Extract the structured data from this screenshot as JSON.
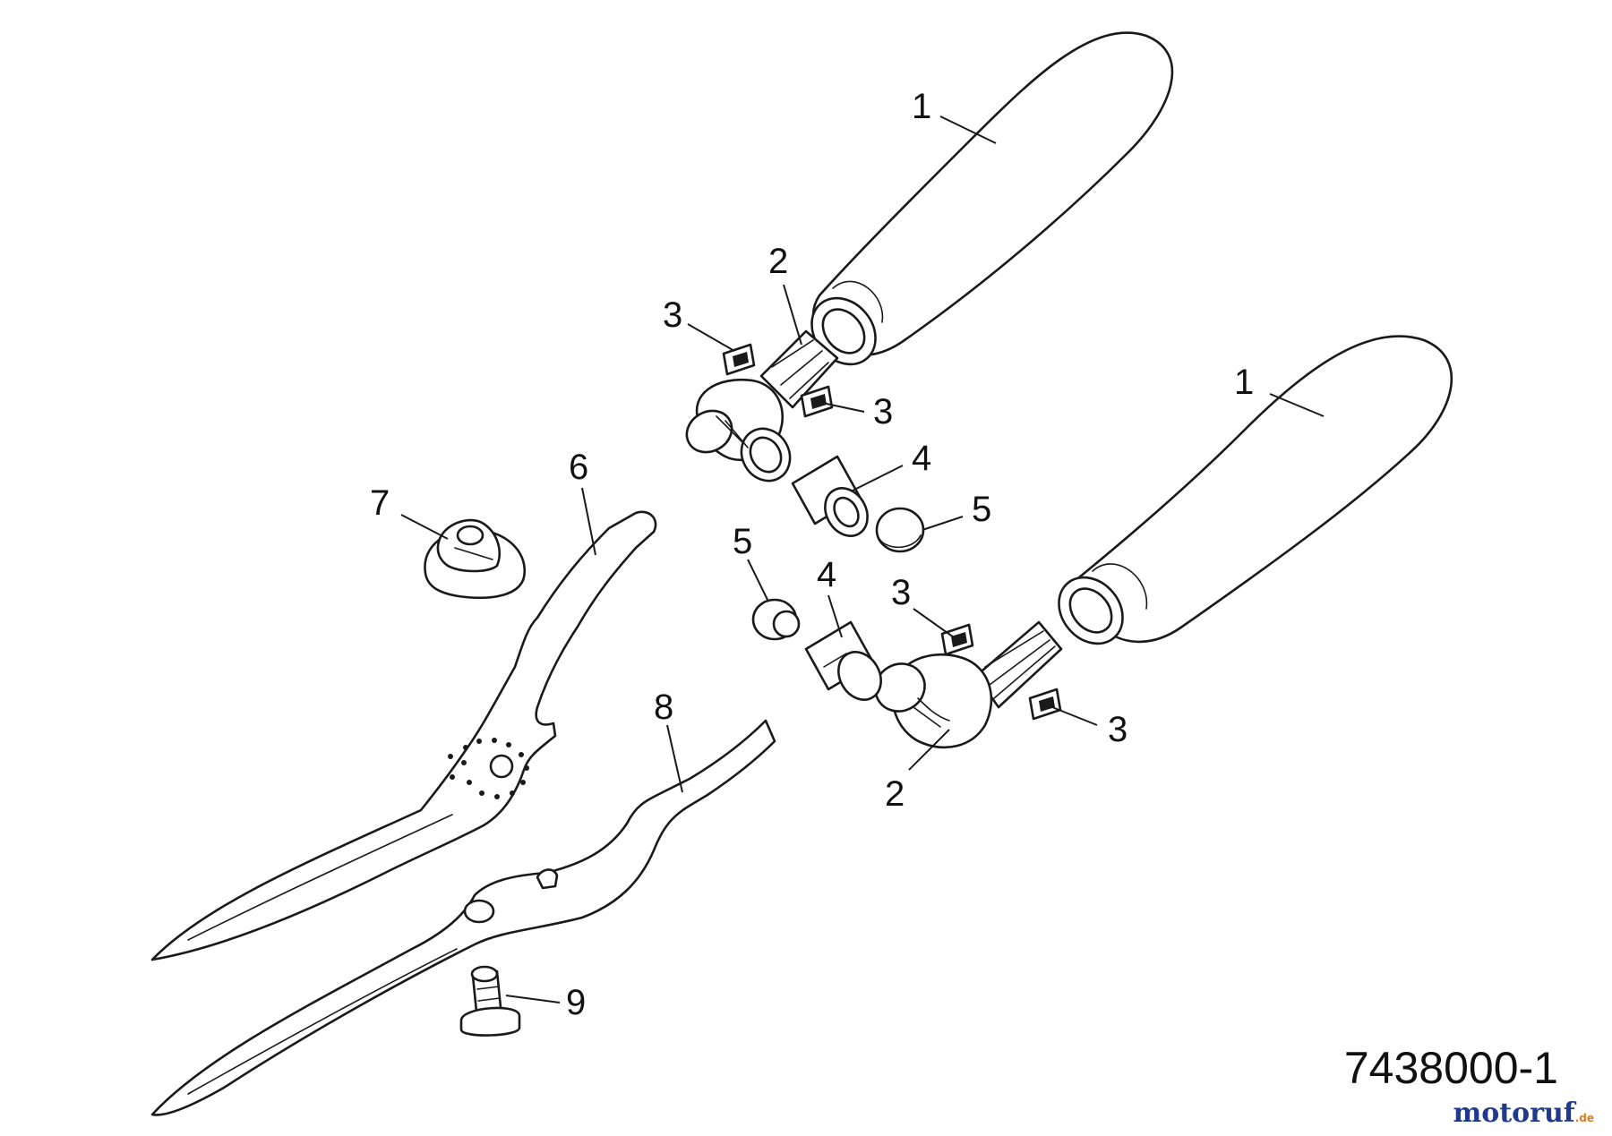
{
  "drawing_number": "7438000-1",
  "watermark": {
    "text_main": "motoruf",
    "text_suffix": ".de",
    "colors": {
      "primary": "#1f3a8a",
      "accent": "#e07b1a"
    }
  },
  "callouts": [
    {
      "id": "handle-upper",
      "label": "1"
    },
    {
      "id": "handle-lower",
      "label": "1"
    },
    {
      "id": "handle-socket-upper",
      "label": "2"
    },
    {
      "id": "handle-socket-lower",
      "label": "2"
    },
    {
      "id": "clip-upper-left",
      "label": "3"
    },
    {
      "id": "clip-upper-right",
      "label": "3"
    },
    {
      "id": "clip-lower-top",
      "label": "3"
    },
    {
      "id": "clip-lower-right",
      "label": "3"
    },
    {
      "id": "sleeve-upper",
      "label": "4"
    },
    {
      "id": "sleeve-lower",
      "label": "4"
    },
    {
      "id": "buffer-upper",
      "label": "5"
    },
    {
      "id": "buffer-lower",
      "label": "5"
    },
    {
      "id": "upper-blade",
      "label": "6"
    },
    {
      "id": "pivot-nut",
      "label": "7"
    },
    {
      "id": "lower-blade",
      "label": "8"
    },
    {
      "id": "pivot-bolt",
      "label": "9"
    }
  ]
}
